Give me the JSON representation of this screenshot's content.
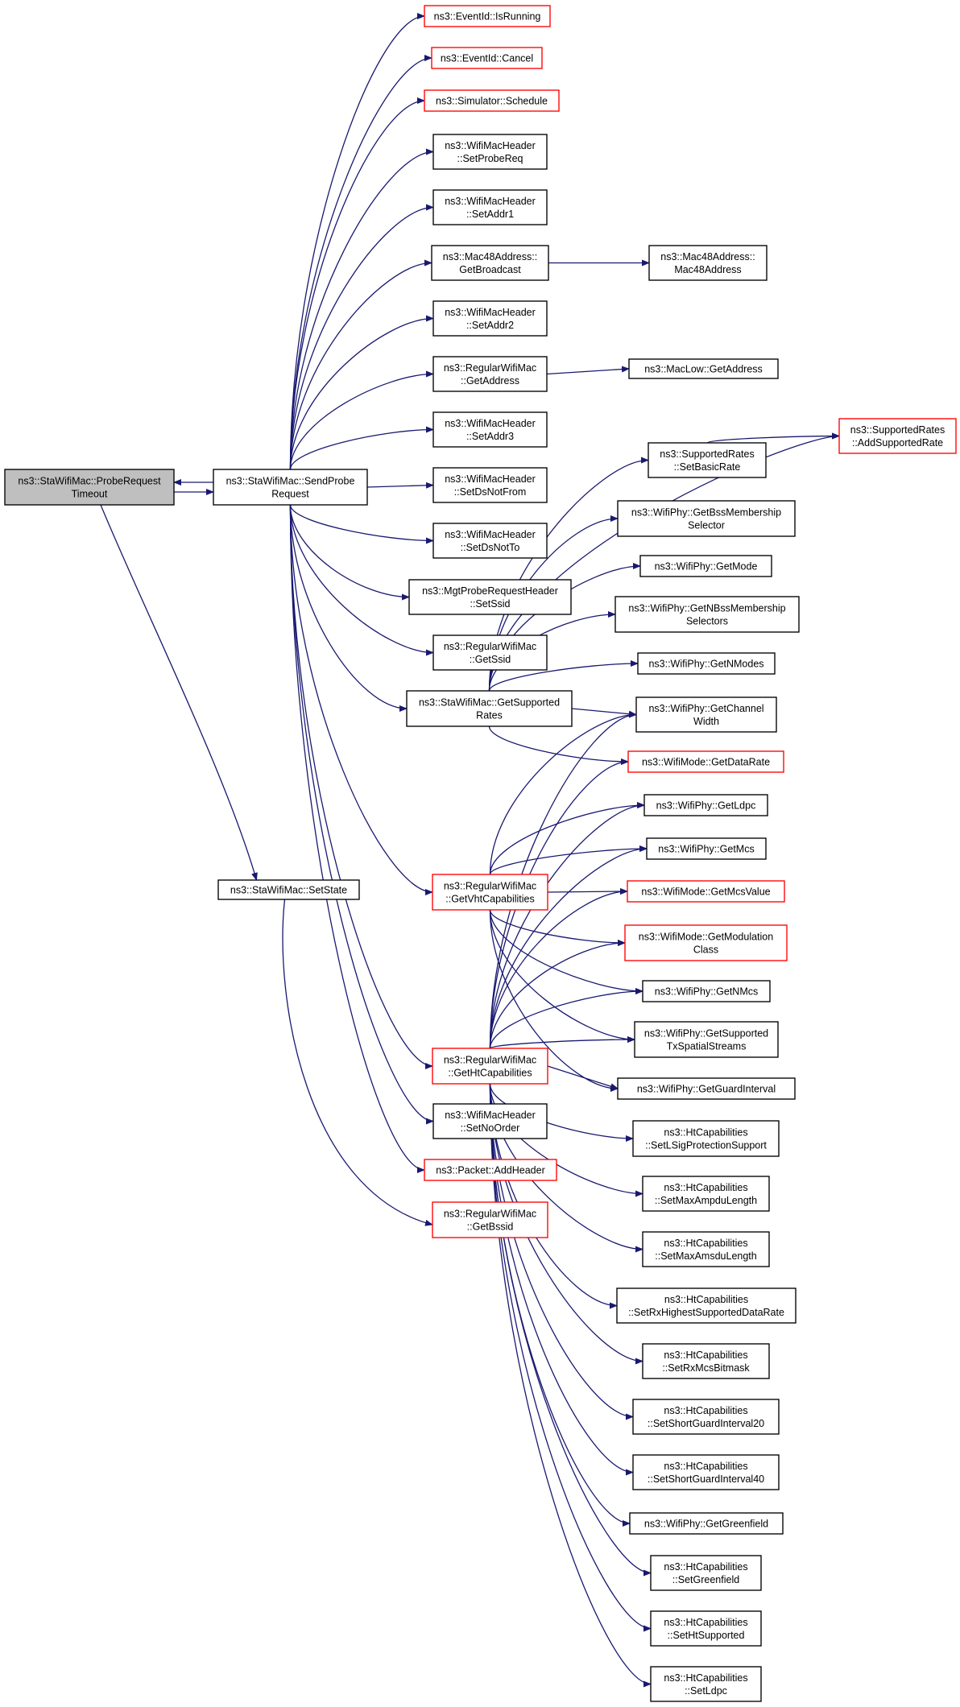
{
  "colors": {
    "edge": "#191970",
    "node_border": "#000000",
    "node_border_incomplete": "#ff0000",
    "node_fill": "#ffffff",
    "root_fill": "#bfbfbf"
  },
  "nodes": [
    {
      "id": "root",
      "lines": [
        "ns3::StaWifiMac::ProbeRequest",
        "Timeout"
      ],
      "style": "root"
    },
    {
      "id": "sendProbe",
      "lines": [
        "ns3::StaWifiMac::SendProbe",
        "Request"
      ],
      "style": "normal"
    },
    {
      "id": "setState",
      "lines": [
        "ns3::StaWifiMac::SetState"
      ],
      "style": "normal"
    },
    {
      "id": "isRunning",
      "lines": [
        "ns3::EventId::IsRunning"
      ],
      "style": "red"
    },
    {
      "id": "cancel",
      "lines": [
        "ns3::EventId::Cancel"
      ],
      "style": "red"
    },
    {
      "id": "schedule",
      "lines": [
        "ns3::Simulator::Schedule"
      ],
      "style": "red"
    },
    {
      "id": "setProbeReq",
      "lines": [
        "ns3::WifiMacHeader",
        "::SetProbeReq"
      ],
      "style": "normal"
    },
    {
      "id": "setAddr1",
      "lines": [
        "ns3::WifiMacHeader",
        "::SetAddr1"
      ],
      "style": "normal"
    },
    {
      "id": "getBroadcast",
      "lines": [
        "ns3::Mac48Address::",
        "GetBroadcast"
      ],
      "style": "normal"
    },
    {
      "id": "mac48",
      "lines": [
        "ns3::Mac48Address::",
        "Mac48Address"
      ],
      "style": "normal"
    },
    {
      "id": "setAddr2",
      "lines": [
        "ns3::WifiMacHeader",
        "::SetAddr2"
      ],
      "style": "normal"
    },
    {
      "id": "getAddress",
      "lines": [
        "ns3::RegularWifiMac",
        "::GetAddress"
      ],
      "style": "normal"
    },
    {
      "id": "macLowGetAddress",
      "lines": [
        "ns3::MacLow::GetAddress"
      ],
      "style": "normal"
    },
    {
      "id": "setAddr3",
      "lines": [
        "ns3::WifiMacHeader",
        "::SetAddr3"
      ],
      "style": "normal"
    },
    {
      "id": "setDsNotFrom",
      "lines": [
        "ns3::WifiMacHeader",
        "::SetDsNotFrom"
      ],
      "style": "normal"
    },
    {
      "id": "setDsNotTo",
      "lines": [
        "ns3::WifiMacHeader",
        "::SetDsNotTo"
      ],
      "style": "normal"
    },
    {
      "id": "setSsid",
      "lines": [
        "ns3::MgtProbeRequestHeader",
        "::SetSsid"
      ],
      "style": "normal"
    },
    {
      "id": "getSsid",
      "lines": [
        "ns3::RegularWifiMac",
        "::GetSsid"
      ],
      "style": "normal"
    },
    {
      "id": "getSupportedRates",
      "lines": [
        "ns3::StaWifiMac::GetSupported",
        "Rates"
      ],
      "style": "normal"
    },
    {
      "id": "getVht",
      "lines": [
        "ns3::RegularWifiMac",
        "::GetVhtCapabilities"
      ],
      "style": "red"
    },
    {
      "id": "getHt",
      "lines": [
        "ns3::RegularWifiMac",
        "::GetHtCapabilities"
      ],
      "style": "red"
    },
    {
      "id": "setNoOrder",
      "lines": [
        "ns3::WifiMacHeader",
        "::SetNoOrder"
      ],
      "style": "normal"
    },
    {
      "id": "addHeader",
      "lines": [
        "ns3::Packet::AddHeader"
      ],
      "style": "red"
    },
    {
      "id": "getBssid",
      "lines": [
        "ns3::RegularWifiMac",
        "::GetBssid"
      ],
      "style": "red"
    },
    {
      "id": "addSupportedRate",
      "lines": [
        "ns3::SupportedRates",
        "::AddSupportedRate"
      ],
      "style": "red"
    },
    {
      "id": "setBasicRate",
      "lines": [
        "ns3::SupportedRates",
        "::SetBasicRate"
      ],
      "style": "normal"
    },
    {
      "id": "getBssMembership",
      "lines": [
        "ns3::WifiPhy::GetBssMembership",
        "Selector"
      ],
      "style": "normal"
    },
    {
      "id": "getMode",
      "lines": [
        "ns3::WifiPhy::GetMode"
      ],
      "style": "normal"
    },
    {
      "id": "getNBssMembership",
      "lines": [
        "ns3::WifiPhy::GetNBssMembership",
        "Selectors"
      ],
      "style": "normal"
    },
    {
      "id": "getNModes",
      "lines": [
        "ns3::WifiPhy::GetNModes"
      ],
      "style": "normal"
    },
    {
      "id": "getChannelWidth",
      "lines": [
        "ns3::WifiPhy::GetChannel",
        "Width"
      ],
      "style": "normal"
    },
    {
      "id": "getDataRate",
      "lines": [
        "ns3::WifiMode::GetDataRate"
      ],
      "style": "red"
    },
    {
      "id": "getLdpc",
      "lines": [
        "ns3::WifiPhy::GetLdpc"
      ],
      "style": "normal"
    },
    {
      "id": "getMcs",
      "lines": [
        "ns3::WifiPhy::GetMcs"
      ],
      "style": "normal"
    },
    {
      "id": "getMcsValue",
      "lines": [
        "ns3::WifiMode::GetMcsValue"
      ],
      "style": "red"
    },
    {
      "id": "getModulationClass",
      "lines": [
        "ns3::WifiMode::GetModulation",
        "Class"
      ],
      "style": "red"
    },
    {
      "id": "getNMcs",
      "lines": [
        "ns3::WifiPhy::GetNMcs"
      ],
      "style": "normal"
    },
    {
      "id": "getSupportedTx",
      "lines": [
        "ns3::WifiPhy::GetSupported",
        "TxSpatialStreams"
      ],
      "style": "normal"
    },
    {
      "id": "getGuardInterval",
      "lines": [
        "ns3::WifiPhy::GetGuardInterval"
      ],
      "style": "normal"
    },
    {
      "id": "setLSig",
      "lines": [
        "ns3::HtCapabilities",
        "::SetLSigProtectionSupport"
      ],
      "style": "normal"
    },
    {
      "id": "setMaxAmpdu",
      "lines": [
        "ns3::HtCapabilities",
        "::SetMaxAmpduLength"
      ],
      "style": "normal"
    },
    {
      "id": "setMaxAmsdu",
      "lines": [
        "ns3::HtCapabilities",
        "::SetMaxAmsduLength"
      ],
      "style": "normal"
    },
    {
      "id": "setRxHighest",
      "lines": [
        "ns3::HtCapabilities",
        "::SetRxHighestSupportedDataRate"
      ],
      "style": "normal"
    },
    {
      "id": "setRxMcsBitmask",
      "lines": [
        "ns3::HtCapabilities",
        "::SetRxMcsBitmask"
      ],
      "style": "normal"
    },
    {
      "id": "setSGI20",
      "lines": [
        "ns3::HtCapabilities",
        "::SetShortGuardInterval20"
      ],
      "style": "normal"
    },
    {
      "id": "setSGI40",
      "lines": [
        "ns3::HtCapabilities",
        "::SetShortGuardInterval40"
      ],
      "style": "normal"
    },
    {
      "id": "getGreenfield",
      "lines": [
        "ns3::WifiPhy::GetGreenfield"
      ],
      "style": "normal"
    },
    {
      "id": "setGreenfield",
      "lines": [
        "ns3::HtCapabilities",
        "::SetGreenfield"
      ],
      "style": "normal"
    },
    {
      "id": "setHtSupported",
      "lines": [
        "ns3::HtCapabilities",
        "::SetHtSupported"
      ],
      "style": "normal"
    },
    {
      "id": "setLdpc",
      "lines": [
        "ns3::HtCapabilities",
        "::SetLdpc"
      ],
      "style": "normal"
    }
  ],
  "edges": [
    [
      "root",
      "sendProbe"
    ],
    [
      "sendProbe",
      "root"
    ],
    [
      "root",
      "setState"
    ],
    [
      "sendProbe",
      "isRunning"
    ],
    [
      "sendProbe",
      "cancel"
    ],
    [
      "sendProbe",
      "schedule"
    ],
    [
      "sendProbe",
      "setProbeReq"
    ],
    [
      "sendProbe",
      "setAddr1"
    ],
    [
      "sendProbe",
      "getBroadcast"
    ],
    [
      "sendProbe",
      "setAddr2"
    ],
    [
      "sendProbe",
      "getAddress"
    ],
    [
      "sendProbe",
      "setAddr3"
    ],
    [
      "sendProbe",
      "setDsNotFrom"
    ],
    [
      "sendProbe",
      "setDsNotTo"
    ],
    [
      "sendProbe",
      "setSsid"
    ],
    [
      "sendProbe",
      "getSsid"
    ],
    [
      "sendProbe",
      "getSupportedRates"
    ],
    [
      "sendProbe",
      "getVht"
    ],
    [
      "sendProbe",
      "getHt"
    ],
    [
      "sendProbe",
      "setNoOrder"
    ],
    [
      "sendProbe",
      "addHeader"
    ],
    [
      "setState",
      "getBssid"
    ],
    [
      "getBroadcast",
      "mac48"
    ],
    [
      "getAddress",
      "macLowGetAddress"
    ],
    [
      "getSupportedRates",
      "addSupportedRate"
    ],
    [
      "getSupportedRates",
      "setBasicRate"
    ],
    [
      "getSupportedRates",
      "getBssMembership"
    ],
    [
      "getSupportedRates",
      "getMode"
    ],
    [
      "getSupportedRates",
      "getNBssMembership"
    ],
    [
      "getSupportedRates",
      "getNModes"
    ],
    [
      "getSupportedRates",
      "getChannelWidth"
    ],
    [
      "getSupportedRates",
      "getDataRate"
    ],
    [
      "setBasicRate",
      "addSupportedRate"
    ],
    [
      "getVht",
      "getChannelWidth"
    ],
    [
      "getVht",
      "getLdpc"
    ],
    [
      "getVht",
      "getMcs"
    ],
    [
      "getVht",
      "getMcsValue"
    ],
    [
      "getVht",
      "getModulationClass"
    ],
    [
      "getVht",
      "getNMcs"
    ],
    [
      "getVht",
      "getSupportedTx"
    ],
    [
      "getVht",
      "getGuardInterval"
    ],
    [
      "getHt",
      "getChannelWidth"
    ],
    [
      "getHt",
      "getDataRate"
    ],
    [
      "getHt",
      "getLdpc"
    ],
    [
      "getHt",
      "getMcs"
    ],
    [
      "getHt",
      "getMcsValue"
    ],
    [
      "getHt",
      "getModulationClass"
    ],
    [
      "getHt",
      "getNMcs"
    ],
    [
      "getHt",
      "getSupportedTx"
    ],
    [
      "getHt",
      "getGuardInterval"
    ],
    [
      "getHt",
      "setLSig"
    ],
    [
      "getHt",
      "setMaxAmpdu"
    ],
    [
      "getHt",
      "setMaxAmsdu"
    ],
    [
      "getHt",
      "setRxHighest"
    ],
    [
      "getHt",
      "setRxMcsBitmask"
    ],
    [
      "getHt",
      "setSGI20"
    ],
    [
      "getHt",
      "setSGI40"
    ],
    [
      "getHt",
      "getGreenfield"
    ],
    [
      "getHt",
      "setGreenfield"
    ],
    [
      "getHt",
      "setHtSupported"
    ],
    [
      "getHt",
      "setLdpc"
    ]
  ]
}
